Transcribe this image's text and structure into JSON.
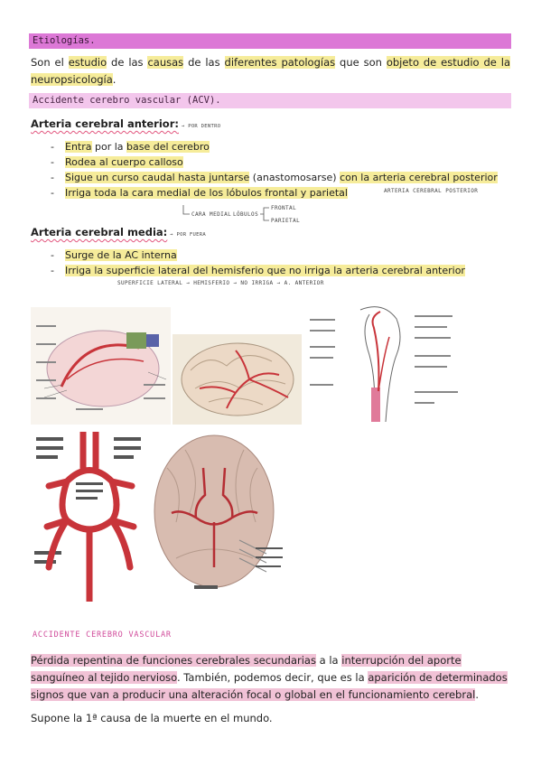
{
  "section1": {
    "band": "Etiologías.",
    "intro": {
      "t1": "Son el ",
      "h1": "estudio",
      "t2": " de las ",
      "h2": "causas",
      "t3": " de las ",
      "h3": "diferentes patologías",
      "t4": " que son ",
      "h4": "objeto de estudio de la neuropsicología",
      "t5": "."
    }
  },
  "section2": {
    "band": "Accidente cerebro vascular (ACV)."
  },
  "aca": {
    "title": "Arteria cerebral anterior:",
    "note": "→ POR DENTRO",
    "bullets": [
      {
        "h1": "Entra",
        "t1": " por la ",
        "h2": "base del cerebro"
      },
      {
        "h1": "Rodea al cuerpo calloso"
      },
      {
        "h1": "Sigue un curso caudal hasta juntarse",
        "t1": " (anastomosarse) ",
        "h2": "con la arteria cerebral posterior"
      },
      {
        "h1": "Irriga toda la cara medial de los lóbulos frontal y parietal"
      }
    ],
    "side_note": "ARTERIA CEREBRAL POSTERIOR",
    "diagram": {
      "a": "CARA MEDIAL",
      "b": "LÓBULOS",
      "c": "FRONTAL",
      "d": "PARIETAL"
    }
  },
  "acm": {
    "title": "Arteria cerebral media:",
    "note": "→ POR FUERA",
    "bullets": [
      {
        "h1": "Surge de la AC interna"
      },
      {
        "h1": "Irriga la superficie lateral del hemisferio que no irriga la arteria cerebral anterior"
      }
    ],
    "flow": "SUPERFICIE LATERAL → HEMISFERIO → NO IRRIGA → A. ANTERIOR"
  },
  "figures": [
    {
      "icon": "medial-brain-arteries-illustration"
    },
    {
      "icon": "lateral-brain-arteries-illustration"
    },
    {
      "icon": "neck-arteries-illustration"
    },
    {
      "icon": "circle-of-willis-illustration"
    },
    {
      "icon": "brain-base-photo-illustration"
    }
  ],
  "acv": {
    "title": "ACCIDENTE CEREBRO VASCULAR",
    "p1": {
      "h1": "Pérdida repentina de funciones cerebrales secundarias",
      "t1": " a la ",
      "h2": "interrupción del aporte sanguíneo al tejido nervioso",
      "t2": ". También, podemos decir, que es la ",
      "h3": "aparición de determinados signos que van a producir una alteración focal o global en el funcionamiento cerebral",
      "t3": "."
    },
    "p2": "Supone la 1ª causa de la muerte en el mundo."
  },
  "colors": {
    "band1": "#dc78d6",
    "band2": "#f3c6ec",
    "yellow_highlight": "#f6ec9a",
    "pink_highlight": "#f1c2d6",
    "artery_red": "#c8343a"
  }
}
